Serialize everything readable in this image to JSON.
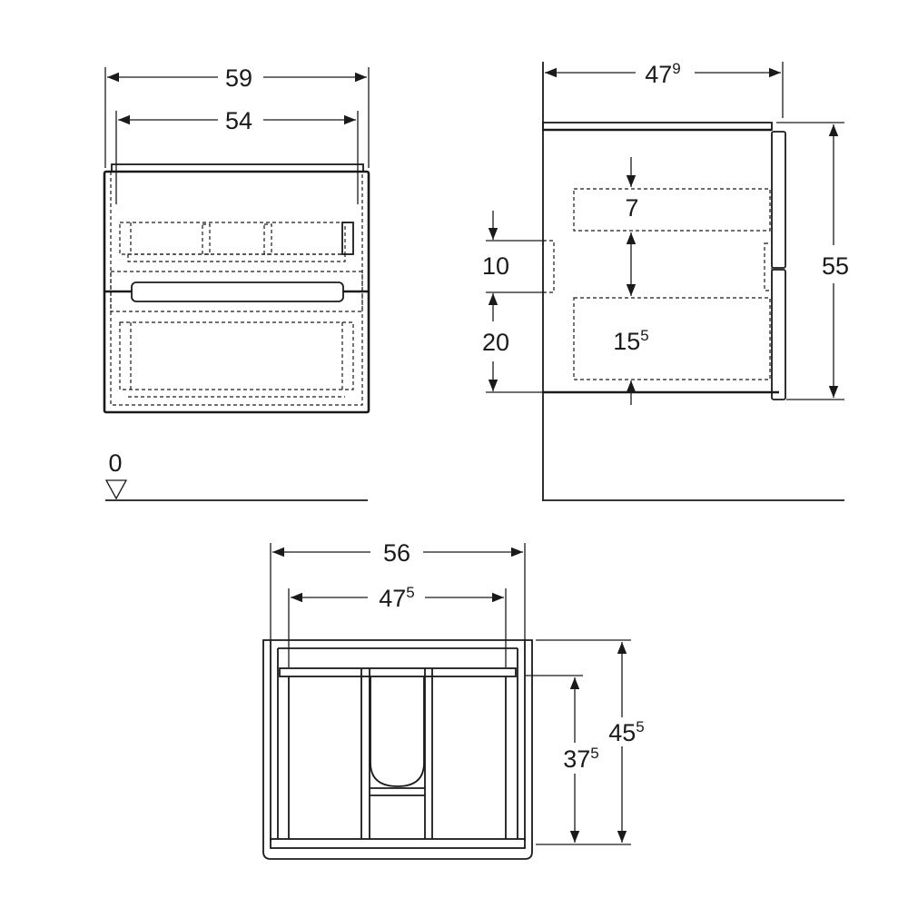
{
  "front_view": {
    "overall_width": {
      "main": "59",
      "sup": ""
    },
    "mount_width": {
      "main": "54",
      "sup": ""
    },
    "floor_level": {
      "main": "0",
      "sup": ""
    }
  },
  "side_view": {
    "depth": {
      "main": "47",
      "sup": "9"
    },
    "height": {
      "main": "55",
      "sup": ""
    },
    "top_drawer_offset": {
      "main": "7",
      "sup": ""
    },
    "mount_spacing": {
      "main": "10",
      "sup": ""
    },
    "mount_bottom_offset": {
      "main": "20",
      "sup": ""
    },
    "drawer_gap": {
      "main": "15",
      "sup": "5"
    }
  },
  "top_view": {
    "inner_width": {
      "main": "56",
      "sup": ""
    },
    "drawer_width": {
      "main": "47",
      "sup": "5"
    },
    "drawer_depth": {
      "main": "37",
      "sup": "5"
    },
    "overall_depth": {
      "main": "45",
      "sup": "5"
    }
  }
}
